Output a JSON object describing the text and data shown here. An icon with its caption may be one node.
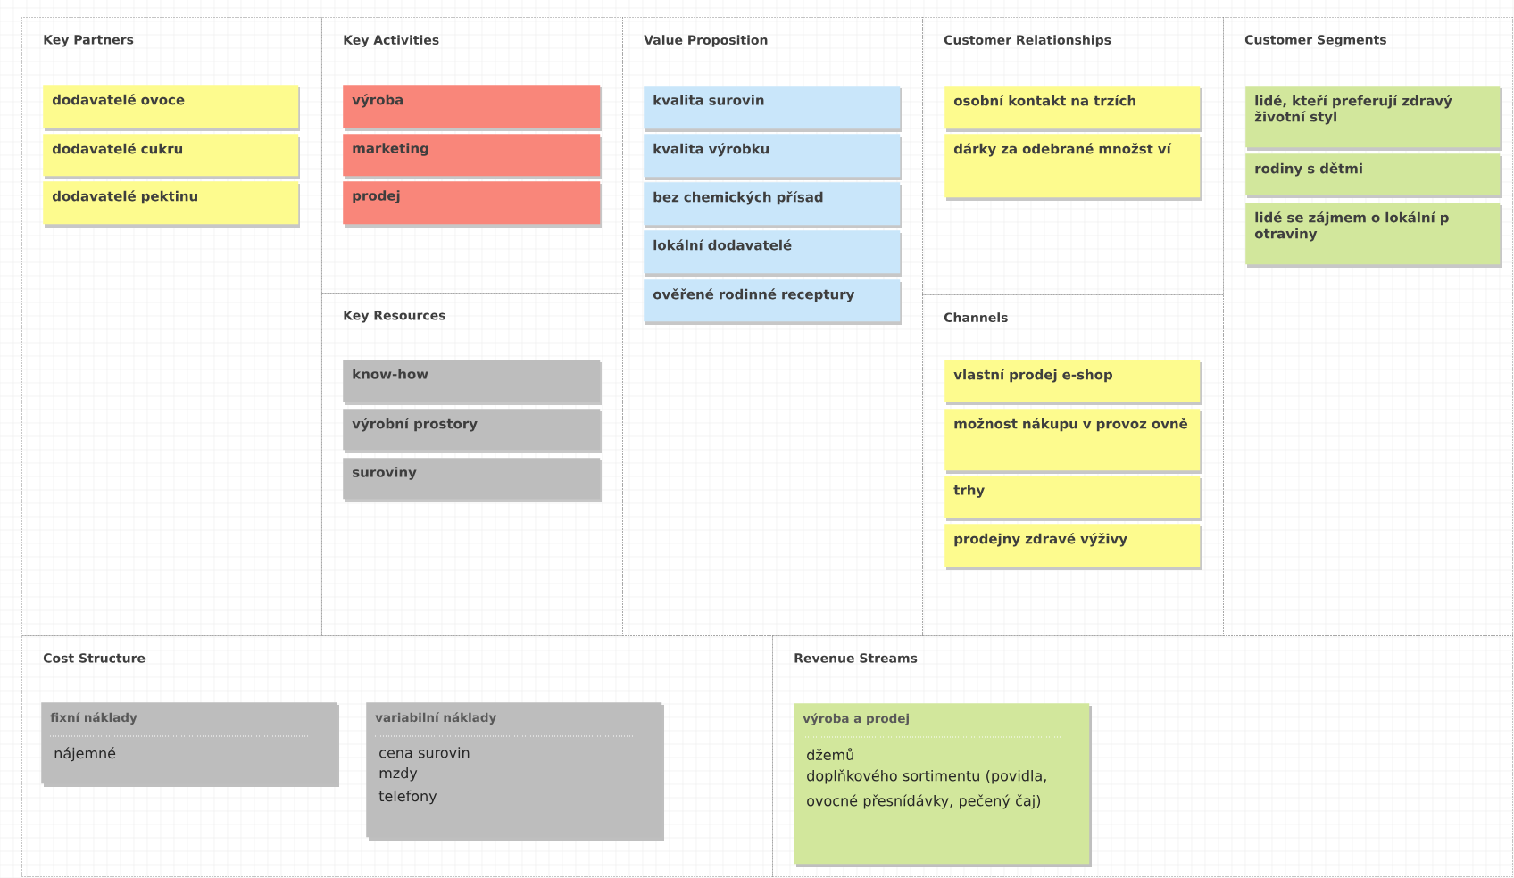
{
  "diagram": {
    "nodes": [
      {
        "text": [
          "Key Partners"
        ]
      },
      {
        "text": [
          "dodavatelé ovoce"
        ],
        "in": 0
      },
      {
        "text": [
          "dodavatelé cukru"
        ],
        "in": 0
      },
      {
        "text": [
          "dodavatelé pektinu"
        ],
        "in": 0
      },
      {
        "text": [
          "Key Activities"
        ]
      },
      {
        "text": [
          "výroba"
        ],
        "in": 4
      },
      {
        "text": [
          "marketing"
        ],
        "in": 4
      },
      {
        "text": [
          "prodej"
        ],
        "in": 4
      },
      {
        "text": [
          "Key Resources"
        ]
      },
      {
        "text": [
          "know-how"
        ],
        "in": 8
      },
      {
        "text": [
          "výrobní prostory"
        ],
        "in": 8
      },
      {
        "text": [
          "suroviny"
        ],
        "in": 8
      },
      {
        "text": [
          "Value Proposition"
        ]
      },
      {
        "text": [
          "kvalita surovin"
        ],
        "in": 12
      },
      {
        "text": [
          "kvalita výrobku"
        ],
        "in": 12
      },
      {
        "text": [
          "bez chemických přísad"
        ],
        "in": 12
      },
      {
        "text": [
          "lokální dodavatelé"
        ],
        "in": 12
      },
      {
        "text": [
          "ověřené rodinné receptury"
        ],
        "in": 12
      },
      {
        "text": [
          "Customer Relationships"
        ]
      },
      {
        "text": [
          "osobní kontakt na trzích"
        ],
        "in": 18
      },
      {
        "text": [
          "dárky za odebrané množst ví"
        ],
        "in": 18
      },
      {
        "text": [
          "Channels"
        ]
      },
      {
        "text": [
          "vlastní prodej e-shop"
        ],
        "in": 21
      },
      {
        "text": [
          "možnost nákupu v provoz ovně"
        ],
        "in": 21
      },
      {
        "text": [
          "trhy"
        ],
        "in": 21
      },
      {
        "text": [
          "prodejny zdravé výživy"
        ],
        "in": 21
      },
      {
        "text": [
          "Customer Segments"
        ]
      },
      {
        "text": [
          "lidé, kteří preferují zdravý životní styl"
        ],
        "in": 26
      },
      {
        "text": [
          "rodiny s dětmi"
        ],
        "in": 26
      },
      {
        "text": [
          "lidé se zájmem o lokální p otraviny"
        ],
        "in": 26
      },
      {
        "text": [
          "Cost Structure"
        ]
      },
      {
        "text": [
          "fixní náklady",
          "nájemné"
        ],
        "in": 30
      },
      {
        "text": [
          "variabilní náklady",
          "cena surovin",
          "mzdy",
          "telefony"
        ],
        "in": 30
      },
      {
        "text": [
          "Revenue Streams"
        ]
      },
      {
        "text": [
          "výroba a prodej",
          "džemů",
          "doplňkového sortimentu (povidla, ovocné přesnídávky, pečený čaj)"
        ],
        "in": 33
      }
    ]
  }
}
